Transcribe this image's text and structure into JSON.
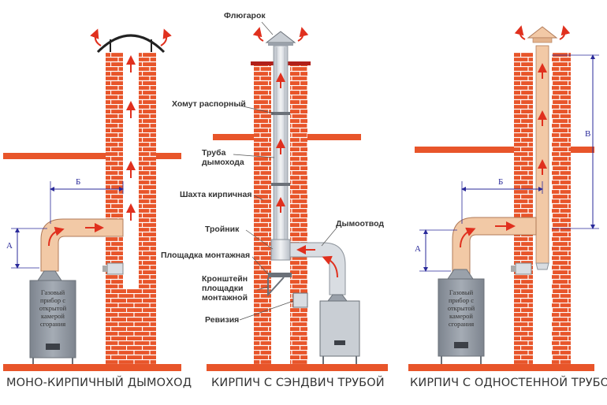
{
  "captions": {
    "left": "МОНО-КИРПИЧНЫЙ ДЫМОХОД",
    "middle": "КИРПИЧ С СЭНДВИЧ ТРУБОЙ",
    "right": "КИРПИЧ С ОДНОСТЕННОЙ ТРУБОЙ"
  },
  "labels": {
    "flugarok": "Флюгарок",
    "khomut": "Хомут распорный",
    "truba_1": "Труба",
    "truba_2": "дымохода",
    "shakhta": "Шахта кирпичная",
    "troinik": "Тройник",
    "ploshchadka": "Площадка монтажная",
    "kronshtein_1": "Кронштейн",
    "kronshtein_2": "площадки",
    "kronshtein_3": "монтажной",
    "reviziya": "Ревизия",
    "dymootvod": "Дымоотвод"
  },
  "dimensions": {
    "a": "А",
    "b": "Б",
    "v": "В"
  },
  "boiler_text": {
    "line1": "Газовый",
    "line2": "прибор с",
    "line3": "открытой",
    "line4": "камерой",
    "line5": "сгорания"
  },
  "colors": {
    "brick": "#e8552a",
    "mortar": "#ffffff",
    "pipe": "#f2c9a6",
    "steel": "#d9dde2",
    "arrow": "#e0301e",
    "dim_line": "#2a2a9a",
    "boiler": "#8f96a0"
  }
}
